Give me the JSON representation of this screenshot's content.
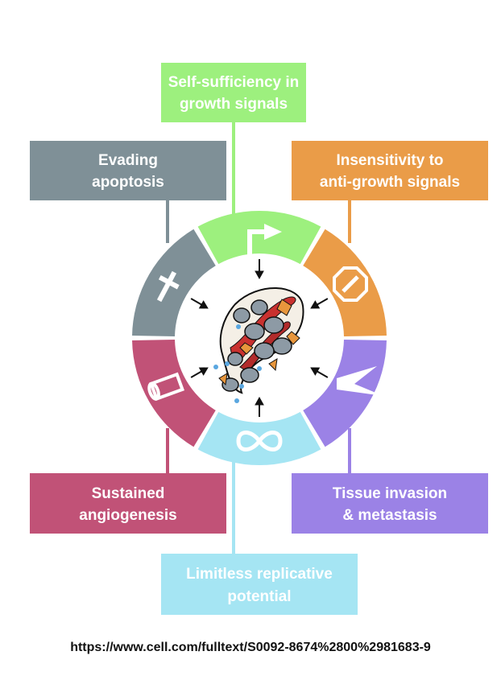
{
  "colors": {
    "green": "#9df07e",
    "orange": "#ea9c48",
    "purple": "#9b82e6",
    "cyan": "#a5e5f3",
    "pink": "#c15277",
    "gray": "#7f9097"
  },
  "hallmarks": {
    "growth_signals": {
      "line1": "Self-sufficiency in",
      "line2": "growth signals",
      "icon": "arrow-turn-right-icon"
    },
    "anti_growth": {
      "line1": "Insensitivity to",
      "line2": "anti-growth signals",
      "icon": "no-entry-icon"
    },
    "invasion": {
      "line1": "Tissue invasion",
      "line2": "& metastasis",
      "icon": "jagged-invasion-icon"
    },
    "replicative": {
      "line1": "Limitless replicative",
      "line2": "potential",
      "icon": "infinity-icon"
    },
    "angiogenesis": {
      "line1": "Sustained",
      "line2": "angiogenesis",
      "icon": "blood-vessel-icon"
    },
    "apoptosis": {
      "line1": "Evading",
      "line2": "apoptosis",
      "icon": "cross-icon"
    }
  },
  "source_url": "https://www.cell.com/fulltext/S0092-8674%2800%2981683-9"
}
